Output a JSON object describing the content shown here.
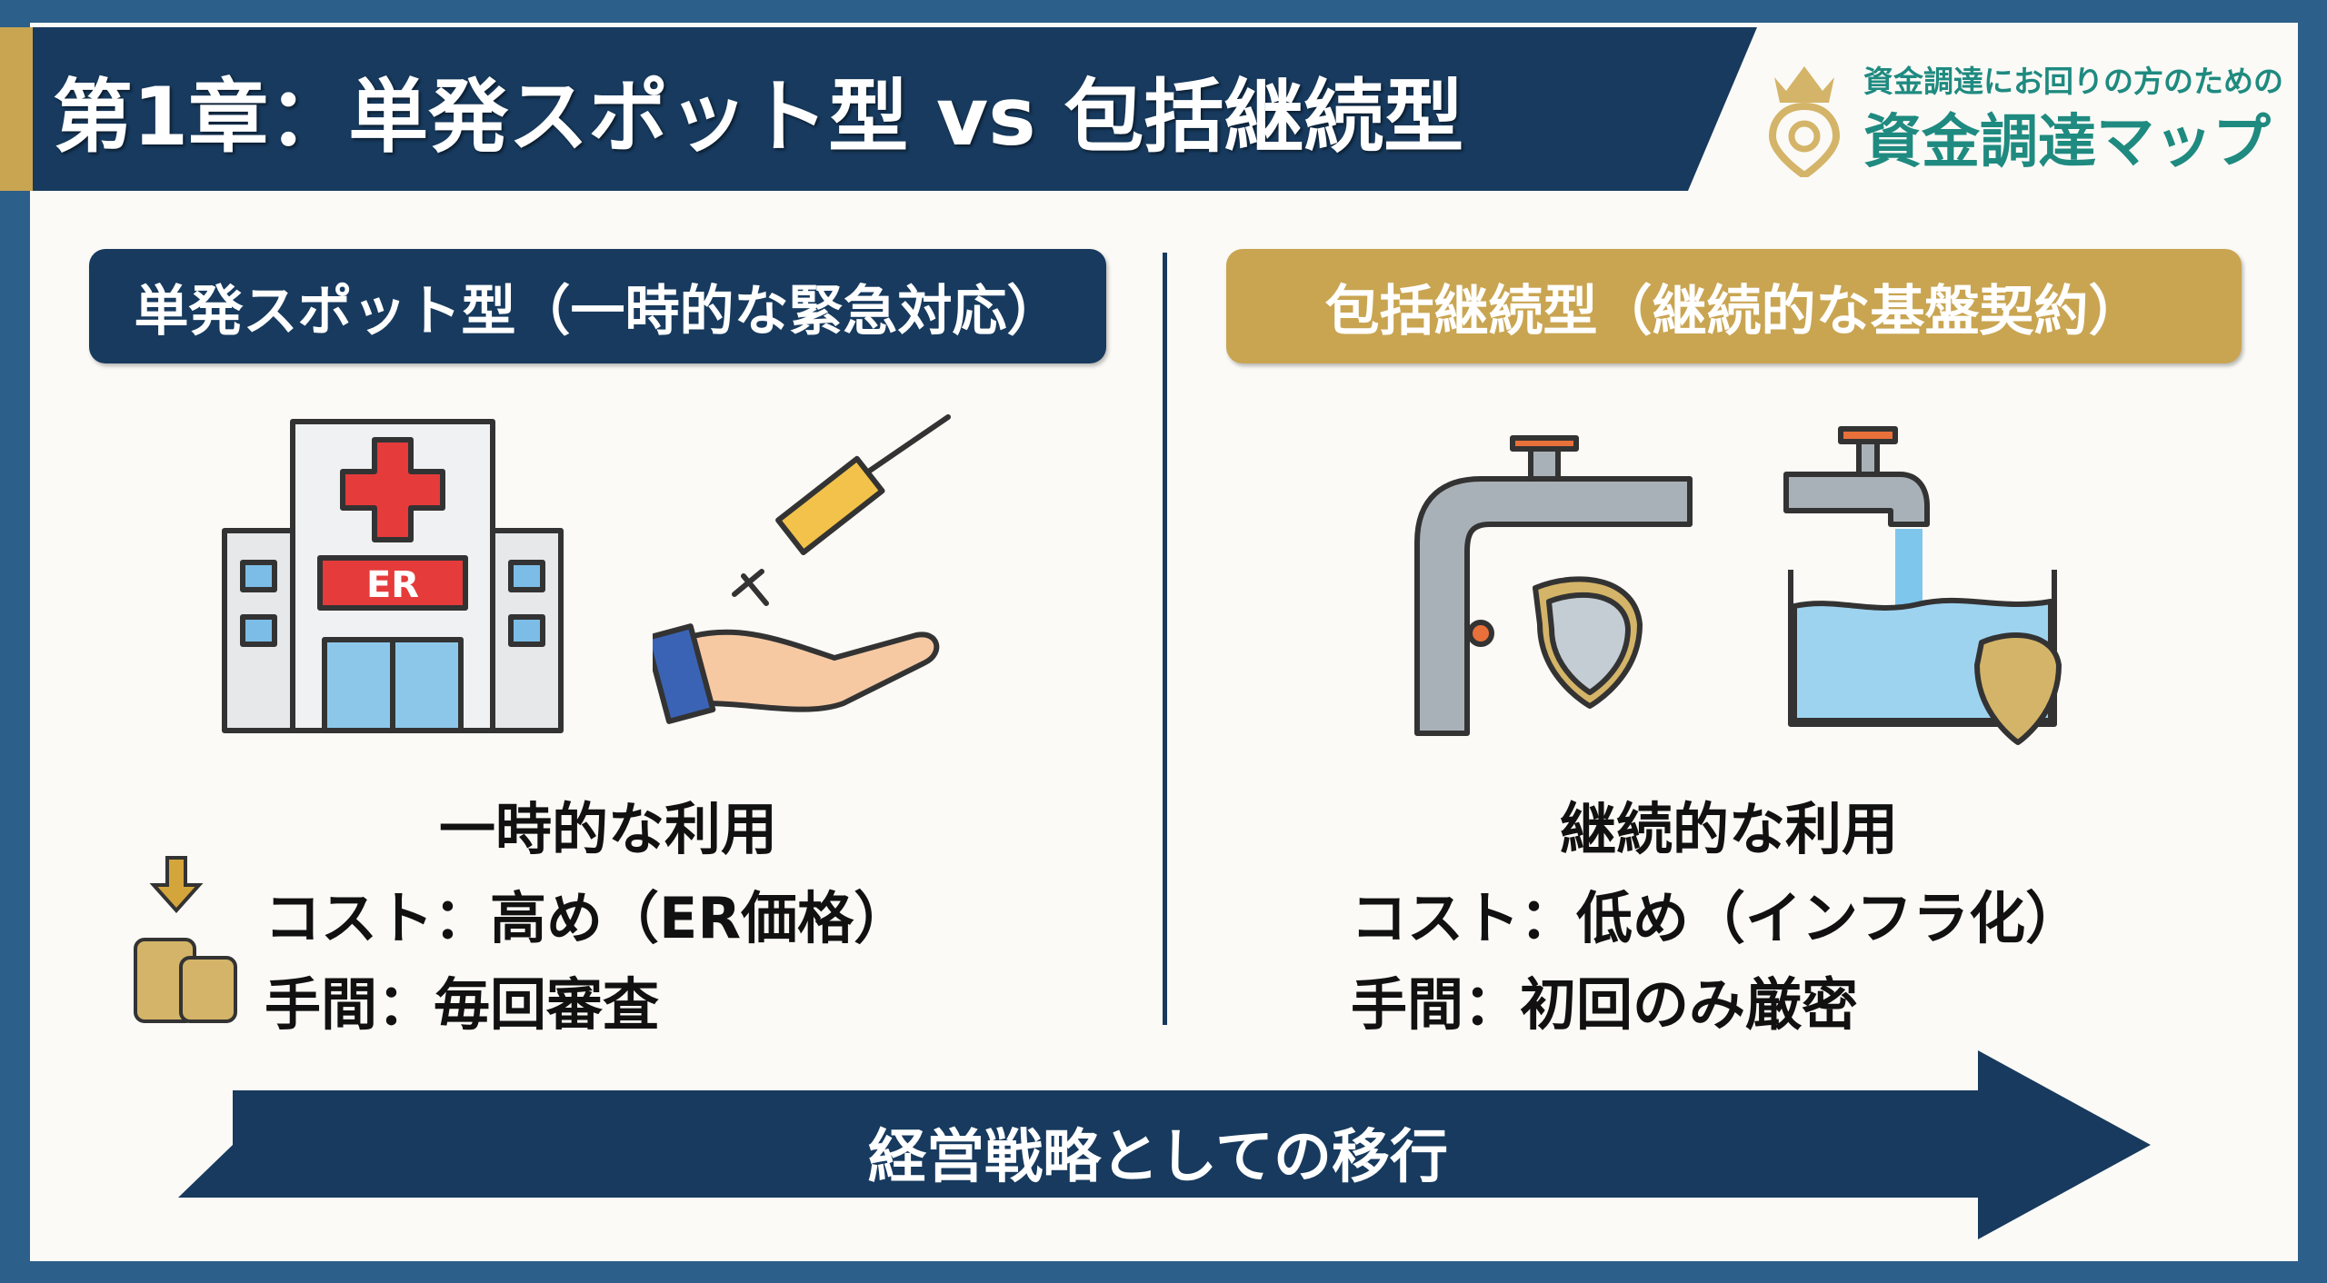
{
  "header": {
    "title": "第1章：単発スポット型 vs 包括継続型"
  },
  "logo": {
    "subtitle": "資金調達にお回りの方のための",
    "name": "資金調達マップ"
  },
  "left": {
    "heading": "単発スポット型（一時的な緊急対応）",
    "usage": "一時的な利用",
    "cost": "コスト：高め（ER価格）",
    "effort": "手間：毎回審査",
    "hospital_sign": "ER"
  },
  "right": {
    "heading": "包括継続型（継続的な基盤契約）",
    "usage": "継続的な利用",
    "cost": "コスト：低め（インフラ化）",
    "effort": "手間：初回のみ厳密"
  },
  "arrow": {
    "label": "経営戦略としての移行"
  },
  "colors": {
    "navy": "#173a5e",
    "gold": "#c9a552",
    "frame": "#2c5f8a",
    "teal": "#1f8a80"
  }
}
